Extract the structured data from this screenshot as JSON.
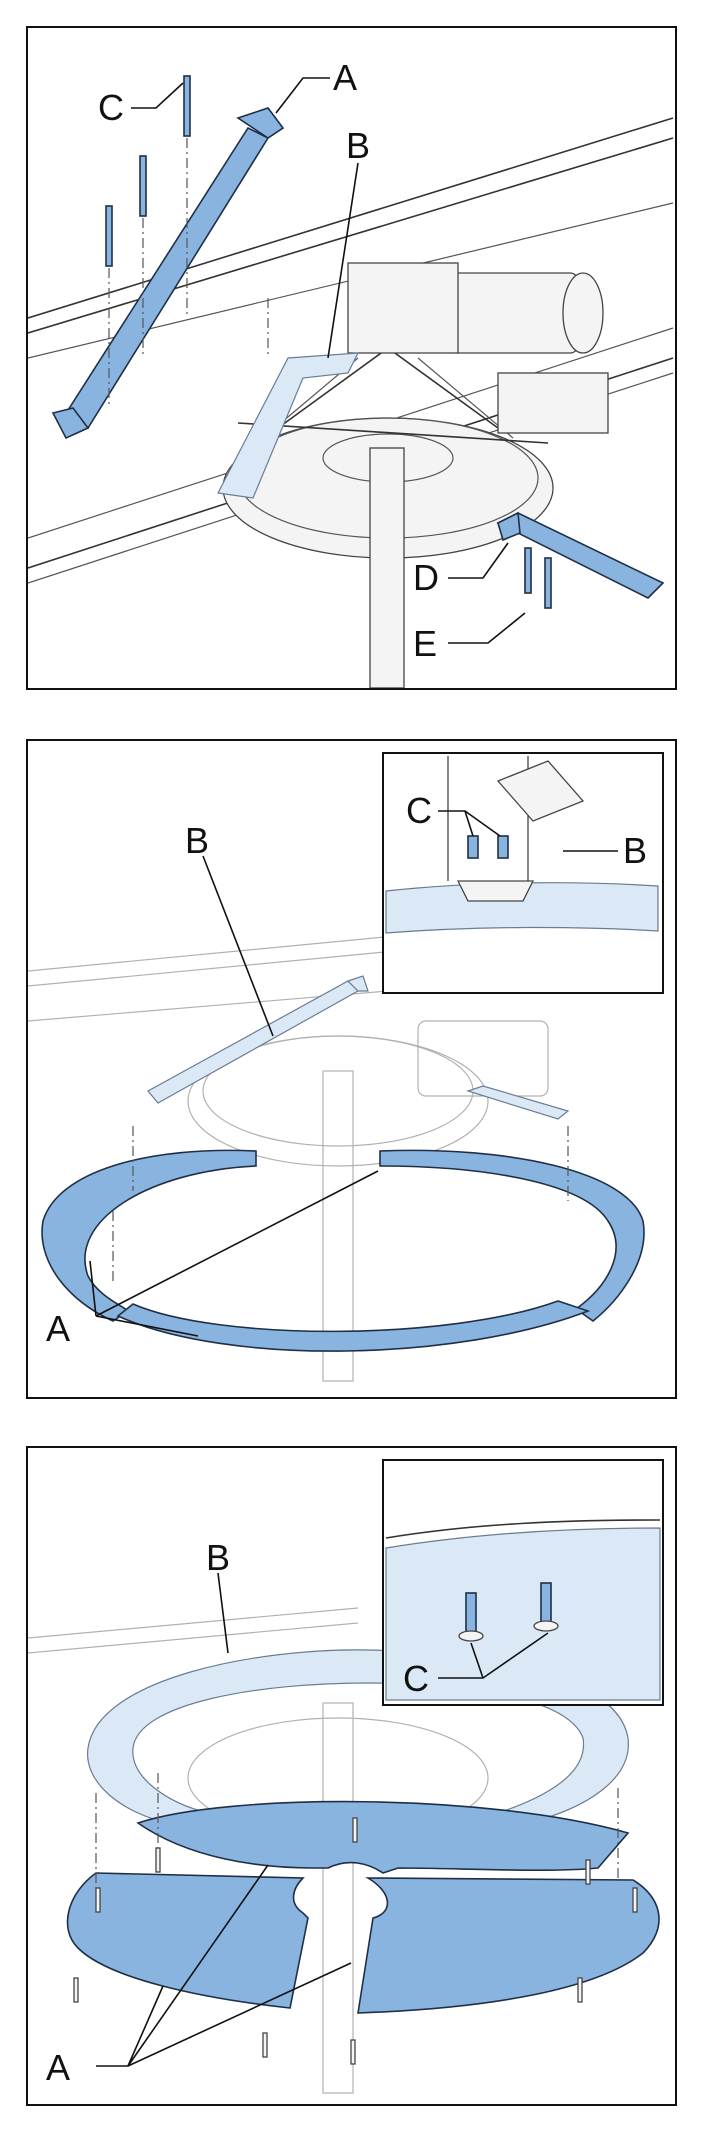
{
  "panels": [
    {
      "labels": {
        "a": "A",
        "b": "B",
        "c": "C",
        "d": "D",
        "e": "E"
      }
    },
    {
      "labels": {
        "a": "A",
        "b_left": "B",
        "b_right": "B",
        "c": "C"
      }
    },
    {
      "labels": {
        "a": "A",
        "b": "B",
        "c": "C"
      }
    }
  ],
  "colors": {
    "part_blue": "#8ab4e0",
    "part_blue_light": "#dbe9f6",
    "outline": "#111111"
  }
}
